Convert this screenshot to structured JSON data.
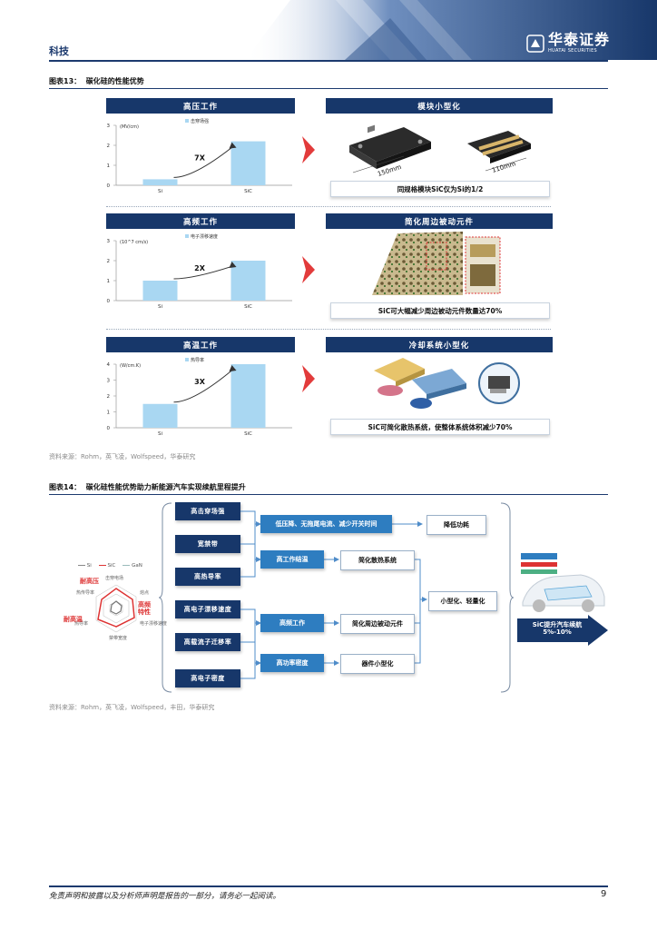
{
  "header": {
    "section_title": "科技",
    "logo_cn": "华泰证券",
    "logo_en": "HUATAI SECURITIES"
  },
  "figure13": {
    "title": "图表13：  碳化硅的性能优势",
    "source": "资料来源：Rohm，英飞凌，Wolfspeed，华泰研究",
    "rows": [
      {
        "chart_header": "高压工作",
        "right_header": "模块小型化",
        "right_caption": "同规格模块SiC仅为Si的1/2",
        "dim_left": "150mm",
        "dim_right": "110mm"
      },
      {
        "chart_header": "高频工作",
        "right_header": "简化周边被动元件",
        "right_caption": "SiC可大幅减少周边被动元件数量达70%"
      },
      {
        "chart_header": "高温工作",
        "right_header": "冷却系统小型化",
        "right_caption": "SiC可简化散热系统，使整体系统体积减少70%"
      }
    ]
  },
  "chart_data": [
    {
      "type": "bar",
      "title": "",
      "ylabel": "(MV/cm)",
      "legend": "击穿场强",
      "categories": [
        "Si",
        "SiC"
      ],
      "values": [
        0.3,
        2.2
      ],
      "ylim": [
        0,
        3
      ],
      "yticks": [
        "0",
        "1",
        "2",
        "3"
      ],
      "annotation": "7X",
      "color": "#a9d7f2"
    },
    {
      "type": "bar",
      "title": "",
      "ylabel": "(10^7 cm/s)",
      "legend": "电子漂移速度",
      "categories": [
        "Si",
        "SiC"
      ],
      "values": [
        1.0,
        2.0
      ],
      "ylim": [
        0,
        3
      ],
      "yticks": [
        "0",
        "1",
        "2",
        "3"
      ],
      "annotation": "2X",
      "color": "#a9d7f2"
    },
    {
      "type": "bar",
      "title": "",
      "ylabel": "(W/cm.K)",
      "legend": "热导率",
      "categories": [
        "Si",
        "SiC"
      ],
      "values": [
        1.5,
        4.0
      ],
      "ylim": [
        0,
        4
      ],
      "yticks": [
        "0",
        "1",
        "2",
        "3",
        "4"
      ],
      "annotation": "3X",
      "color": "#a9d7f2"
    }
  ],
  "figure14": {
    "title": "图表14：  碳化硅性能优势助力新能源汽车实现续航里程提升",
    "source": "资料来源：Rohm，英飞凌，Wolfspeed，丰田，华泰研究",
    "properties": [
      "高击穿场强",
      "宽禁带",
      "高热导率",
      "高电子漂移速度",
      "高载流子迁移率",
      "高电子密度"
    ],
    "benefits": [
      "低压降、无拖尾电流、减少开关时间",
      "高工作结温",
      "高频工作",
      "高功率密度"
    ],
    "results": [
      "降低功耗",
      "简化散热系统",
      "简化周边被动元件",
      "器件小型化"
    ],
    "final": "小型化、轻量化",
    "radar": {
      "legend": [
        "Si",
        "SiC",
        "GaN"
      ],
      "labels": [
        "击穿电场",
        "熔点",
        "电子漂移速度",
        "禁带宽度",
        "热导率",
        "热传导率"
      ],
      "callouts": [
        "耐高压",
        "耐高温",
        "高频特性"
      ]
    },
    "car_caption": "SiC提升汽车续航5%-10%"
  },
  "footer": {
    "disclaimer": "免责声明和披露以及分析师声明是报告的一部分，请务必一起阅读。",
    "page": "9"
  },
  "colors": {
    "navy": "#17376a",
    "mid_blue": "#2e7dc0",
    "bar": "#a9d7f2",
    "red_arrow": "#e23b3b"
  }
}
